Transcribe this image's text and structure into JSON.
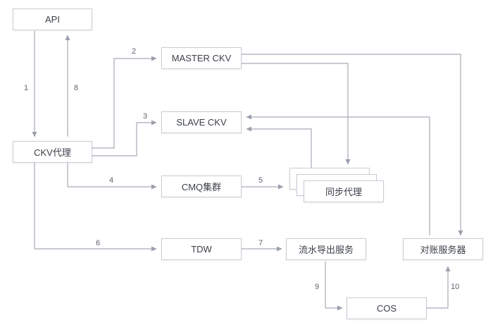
{
  "nodes": {
    "api": "API",
    "ckv_proxy": "CKV代理",
    "master_ckv": "MASTER CKV",
    "slave_ckv": "SLAVE CKV",
    "cmq_cluster": "CMQ集群",
    "sync_proxy": "同步代理",
    "tdw": "TDW",
    "flow_export_service": "流水导出服务",
    "reconcile_service": "对账服务器",
    "cos": "COS"
  },
  "edges": {
    "e1": "1",
    "e2": "2",
    "e3": "3",
    "e4": "4",
    "e5": "5",
    "e6": "6",
    "e7": "7",
    "e8": "8",
    "e9": "9",
    "e10": "10"
  },
  "colors": {
    "line": "#9aa0ac",
    "border": "#c9ccd4",
    "text": "#3a3f48"
  }
}
